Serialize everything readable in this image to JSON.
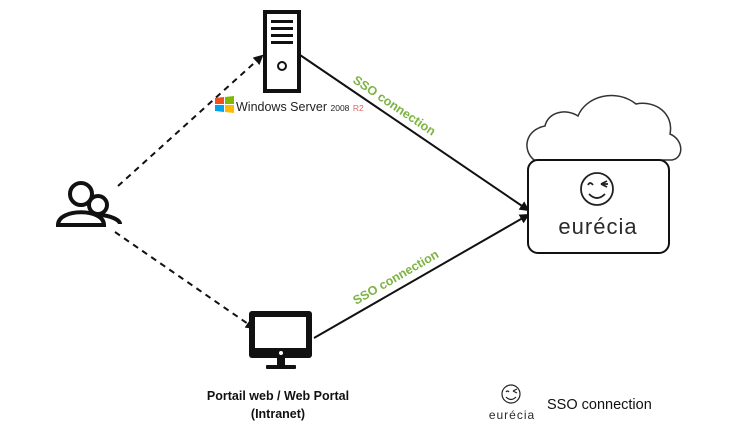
{
  "server": {
    "brand_main": "Windows Server",
    "brand_version": "2008",
    "brand_edition": "R2"
  },
  "connections": {
    "server_label": "SSO connection",
    "portal_label": "SSO connection"
  },
  "cloud": {
    "brand": "eurécia"
  },
  "portal": {
    "label_line1": "Portail web / Web Portal",
    "label_line2": "(Intranet)"
  },
  "legend": {
    "brand": "eurécia",
    "label": "SSO connection"
  },
  "colors": {
    "sso_label": "#7cb342",
    "windows_red": "#f25022",
    "windows_green": "#7fba00",
    "windows_blue": "#00a4ef",
    "windows_yellow": "#ffb900"
  }
}
